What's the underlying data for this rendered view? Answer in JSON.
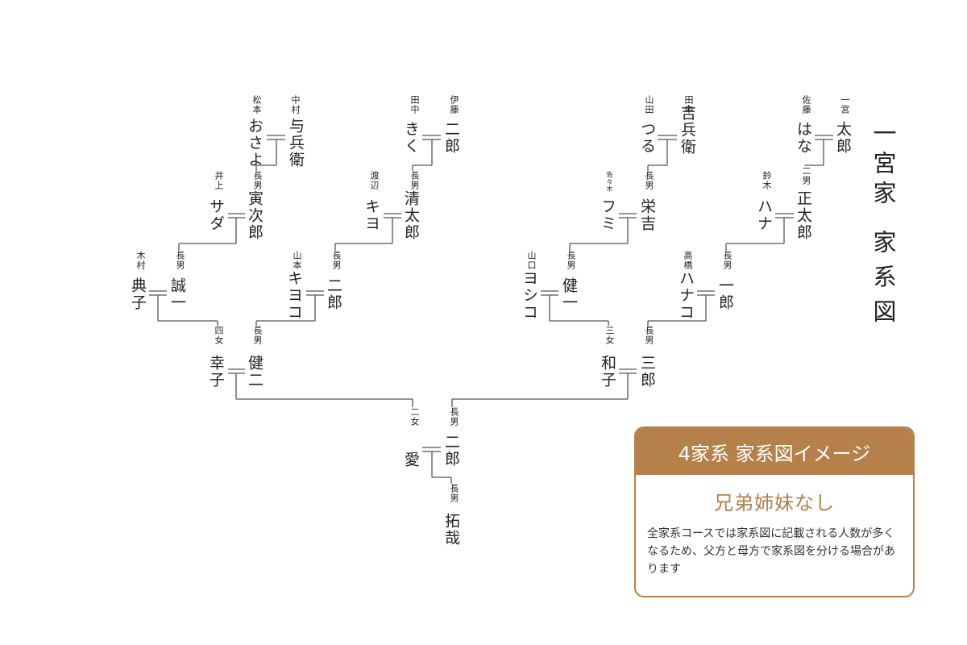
{
  "title": {
    "line1": "一宮家",
    "line2": "家系図"
  },
  "card": {
    "header": "4家系 家系図イメージ",
    "subtitle": "兄弟姉妹なし",
    "body": "全家系コースでは家系図に記載される人数が多くなるため、父方と母方で家系図を分ける場合があります"
  },
  "people": [
    {
      "name": "中村与兵衛",
      "note": ""
    },
    {
      "name": "松本おさよ",
      "note": ""
    },
    {
      "name": "寅次郎",
      "note": "長男"
    },
    {
      "name": "井上サダ",
      "note": ""
    },
    {
      "name": "伊藤二郎",
      "note": ""
    },
    {
      "name": "田中きく",
      "note": ""
    },
    {
      "name": "清太郎",
      "note": "長男"
    },
    {
      "name": "渡辺キヨ",
      "note": ""
    },
    {
      "name": "田中吉兵衛",
      "note": ""
    },
    {
      "name": "山田つる",
      "note": ""
    },
    {
      "name": "栄吉",
      "note": "長男"
    },
    {
      "name": "佐々木フミ",
      "note": ""
    },
    {
      "name": "一宮太郎",
      "note": ""
    },
    {
      "name": "佐藤はな",
      "note": ""
    },
    {
      "name": "正太郎",
      "note": "二男"
    },
    {
      "name": "鈴木ハナ",
      "note": ""
    },
    {
      "name": "誠一",
      "note": "長男"
    },
    {
      "name": "木村典子",
      "note": ""
    },
    {
      "name": "二郎",
      "note": "長男"
    },
    {
      "name": "山本キヨコ",
      "note": ""
    },
    {
      "name": "健一",
      "note": "長男"
    },
    {
      "name": "山口ヨシコ",
      "note": ""
    },
    {
      "name": "一郎",
      "note": "長男"
    },
    {
      "name": "高橋ハナコ",
      "note": ""
    },
    {
      "name": "健二",
      "note": "長男"
    },
    {
      "name": "幸子",
      "note": "四女"
    },
    {
      "name": "三郎",
      "note": "長男"
    },
    {
      "name": "和子",
      "note": "三女"
    },
    {
      "name": "二郎",
      "note": "長男"
    },
    {
      "name": "愛",
      "note": "二女"
    },
    {
      "name": "拓哉",
      "note": "長男"
    }
  ]
}
